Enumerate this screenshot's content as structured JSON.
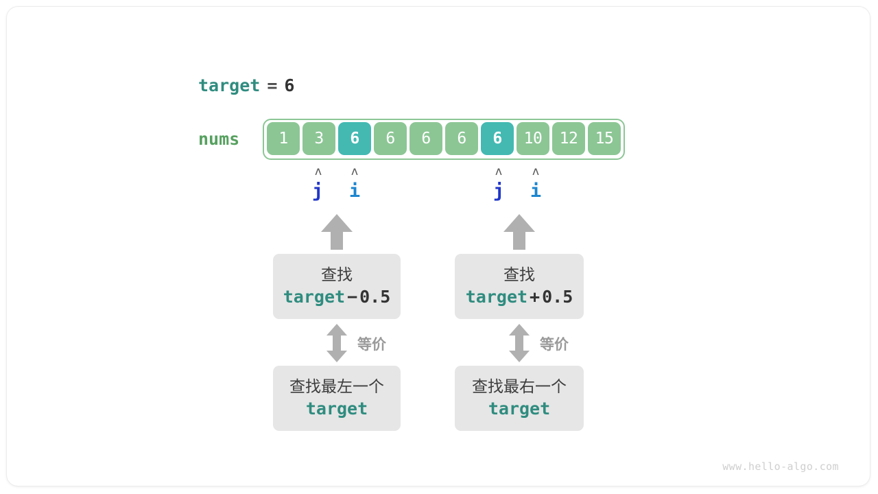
{
  "watermark": "www.hello-algo.com",
  "target_line": {
    "keyword": "target",
    "operator": "=",
    "value": "6"
  },
  "array": {
    "label": "nums",
    "values": [
      "1",
      "3",
      "6",
      "6",
      "6",
      "6",
      "6",
      "10",
      "12",
      "15"
    ],
    "highlighted_indices": [
      2,
      6
    ],
    "cell_color": "#8cc695",
    "highlight_color": "#43b9b2",
    "border_color": "#8cc695"
  },
  "pointers": [
    {
      "caret": "ʌ",
      "label": "j",
      "color": "#2136c9",
      "cell_index": 1
    },
    {
      "caret": "ʌ",
      "label": "i",
      "color": "#1d86cf",
      "cell_index": 2
    },
    {
      "caret": "ʌ",
      "label": "j",
      "color": "#2136c9",
      "cell_index": 6
    },
    {
      "caret": "ʌ",
      "label": "i",
      "color": "#1d86cf",
      "cell_index": 7
    }
  ],
  "columns": [
    {
      "top_box": {
        "line1": "查找",
        "keyword": "target",
        "operator": "−",
        "number": "0.5"
      },
      "equiv_label": "等价",
      "bottom_box": {
        "line1": "查找最左一个",
        "keyword": "target"
      }
    },
    {
      "top_box": {
        "line1": "查找",
        "keyword": "target",
        "operator": "+",
        "number": "0.5"
      },
      "equiv_label": "等价",
      "bottom_box": {
        "line1": "查找最右一个",
        "keyword": "target"
      }
    }
  ]
}
